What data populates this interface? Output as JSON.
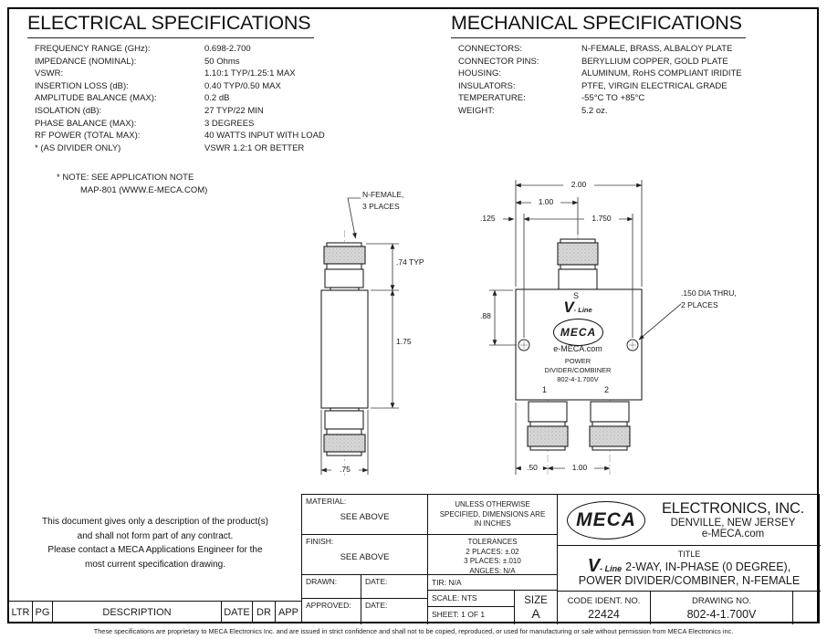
{
  "colors": {
    "ink": "#1a1a1a",
    "knurl_fill": "#d8d8d8"
  },
  "electrical": {
    "title": "ELECTRICAL SPECIFICATIONS",
    "rows": [
      {
        "label": "FREQUENCY RANGE (GHz):",
        "value": "0.698-2.700"
      },
      {
        "label": "IMPEDANCE (NOMINAL):",
        "value": "50 Ohms"
      },
      {
        "label": "VSWR:",
        "value": "1.10:1 TYP/1.25:1 MAX"
      },
      {
        "label": "INSERTION LOSS (dB):",
        "value": "0.40 TYP/0.50 MAX"
      },
      {
        "label": "AMPLITUDE BALANCE (MAX):",
        "value": "0.2 dB"
      },
      {
        "label": "ISOLATION (dB):",
        "value": "27 TYP/22 MIN"
      },
      {
        "label": "PHASE BALANCE (MAX):",
        "value": "3 DEGREES"
      },
      {
        "label": "RF POWER (TOTAL MAX):",
        "value": "40 WATTS INPUT WITH LOAD"
      },
      {
        "label": "* (AS DIVIDER ONLY)",
        "value": "VSWR 1.2:1 OR BETTER"
      }
    ],
    "note_line1": "* NOTE: SEE APPLICATION NOTE",
    "note_line2": "MAP-801 (WWW.E-MECA.COM)"
  },
  "mechanical": {
    "title": "MECHANICAL SPECIFICATIONS",
    "rows": [
      {
        "label": "CONNECTORS:",
        "value": "N-FEMALE, BRASS, ALBALOY PLATE"
      },
      {
        "label": "CONNECTOR PINS:",
        "value": "BERYLLIUM COPPER, GOLD PLATE"
      },
      {
        "label": "HOUSING:",
        "value": "ALUMINUM, RoHS COMPLIANT IRIDITE"
      },
      {
        "label": "INSULATORS:",
        "value": "PTFE, VIRGIN ELECTRICAL GRADE"
      },
      {
        "label": "TEMPERATURE:",
        "value": "-55°C TO +85°C"
      },
      {
        "label": "WEIGHT:",
        "value": "5.2 oz."
      }
    ]
  },
  "side_view": {
    "callout": [
      "N-FEMALE,",
      "3 PLACES"
    ],
    "dim_connector": ".74 TYP",
    "dim_body": "1.75",
    "dim_width": ".75"
  },
  "front_view": {
    "dim_overall": "2.00",
    "dim_center": "1.00",
    "dim_holes": "1.750",
    "dim_edge": ".125",
    "dim_hole_v": ".88",
    "dim_port1": ".50",
    "dim_ports": "1.00",
    "hole_callout": [
      ".150 DIA THRU,",
      "2 PLACES"
    ],
    "port_sum": "S",
    "port_1": "1",
    "port_2": "2",
    "face": {
      "brand_v": "V",
      "brand_suffix": "- Line",
      "logo": "MECA",
      "website": "e-MECA.com",
      "line1": "POWER",
      "line2": "DIVIDER/COMBINER",
      "line3": "802-4-1.700V"
    }
  },
  "disclaimer": {
    "line1": "This document gives only a description of the product(s)",
    "line2": "and shall not form part of any contract.",
    "line3": "Please contact a MECA Applications Engineer for the",
    "line4": "most current specification drawing."
  },
  "revision_table": {
    "headers": [
      "LTR",
      "PG",
      "DESCRIPTION",
      "DATE",
      "DR",
      "APP"
    ]
  },
  "title_block": {
    "material_label": "MATERIAL:",
    "material_value": "SEE ABOVE",
    "finish_label": "FINISH:",
    "finish_value": "SEE ABOVE",
    "drawn_label": "DRAWN:",
    "drawn_date_label": "DATE:",
    "approved_label": "APPROVED:",
    "approved_date_label": "DATE:",
    "units_note": "UNLESS OTHERWISE\nSPECIFIED, DIMENSIONS ARE\nIN INCHES",
    "tolerances": "TOLERANCES\n2 PLACES: ±.02\n3 PLACES: ±.010\nANGLES: N/A",
    "tir": "TIR: N/A",
    "scale": "SCALE: NTS",
    "sheet": "SHEET: 1 OF 1",
    "size_label": "SIZE",
    "size_value": "A",
    "company": {
      "logo": "MECA",
      "name": "ELECTRONICS, INC.",
      "city": "DENVILLE, NEW JERSEY",
      "site": "e-MECA.com"
    },
    "title_label": "TITLE",
    "brand_v": "V",
    "brand_suffix": "- Line",
    "title_line1": "2-WAY, IN-PHASE (0 DEGREE),",
    "title_line2": "POWER DIVIDER/COMBINER, N-FEMALE",
    "code_ident_label": "CODE IDENT. NO.",
    "code_ident_value": "22424",
    "drawing_no_label": "DRAWING NO.",
    "drawing_no_value": "802-4-1.700V"
  },
  "footer": "These specifications are proprietary to MECA Electronics Inc. and are  issued in strict confidence and shall not to be copied, reproduced, or used for manufacturing or sale without permission from MECA Electronics inc."
}
